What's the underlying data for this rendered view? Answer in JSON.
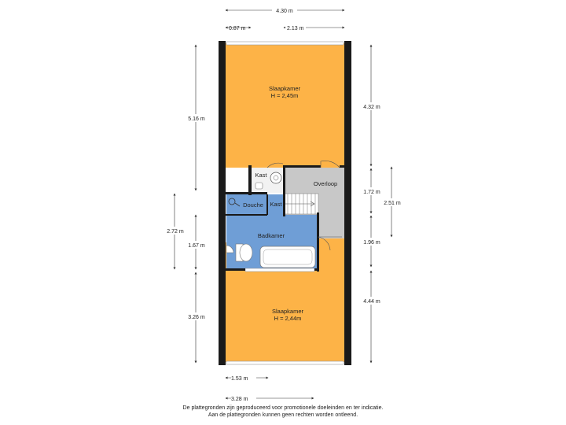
{
  "rooms": {
    "bedroom_top": {
      "name": "Slaapkamer",
      "height": "H = 2,45m"
    },
    "bedroom_bottom": {
      "name": "Slaapkamer",
      "height": "H = 2,44m"
    },
    "closet_upper": {
      "name": "Kast"
    },
    "closet_stairs": {
      "name": "Kast"
    },
    "landing": {
      "name": "Overloop"
    },
    "shower": {
      "name": "Douche"
    },
    "bathroom": {
      "name": "Badkamer"
    }
  },
  "dimensions": {
    "total_width": "4.30 m",
    "width_left": "0.87 m",
    "width_right": "2.13 m",
    "bottom_left": "1.53 m",
    "bottom_width": "3.28 m",
    "left_top": "5.16 m",
    "left_middle": "2.72 m",
    "left_middle_inner": "1.67 m",
    "left_bottom": "3.26 m",
    "right_top": "4.32 m",
    "right_middle": "1.72 m",
    "right_outer": "2.51 m",
    "right_lower": "1.96 m",
    "right_bottom": "4.44 m"
  },
  "colors": {
    "bedroom": "#FDB347",
    "wet_room": "#6F9ED6",
    "landing": "#C8C8C8",
    "closet": "#F2F2F2",
    "wall": "#1A1A1A"
  },
  "disclaimer": {
    "line1": "De plattegronden zijn geproduceerd voor promotionele doeleinden en ter indicatie.",
    "line2": "Aan de plattegronden kunnen geen rechten worden ontleend."
  }
}
